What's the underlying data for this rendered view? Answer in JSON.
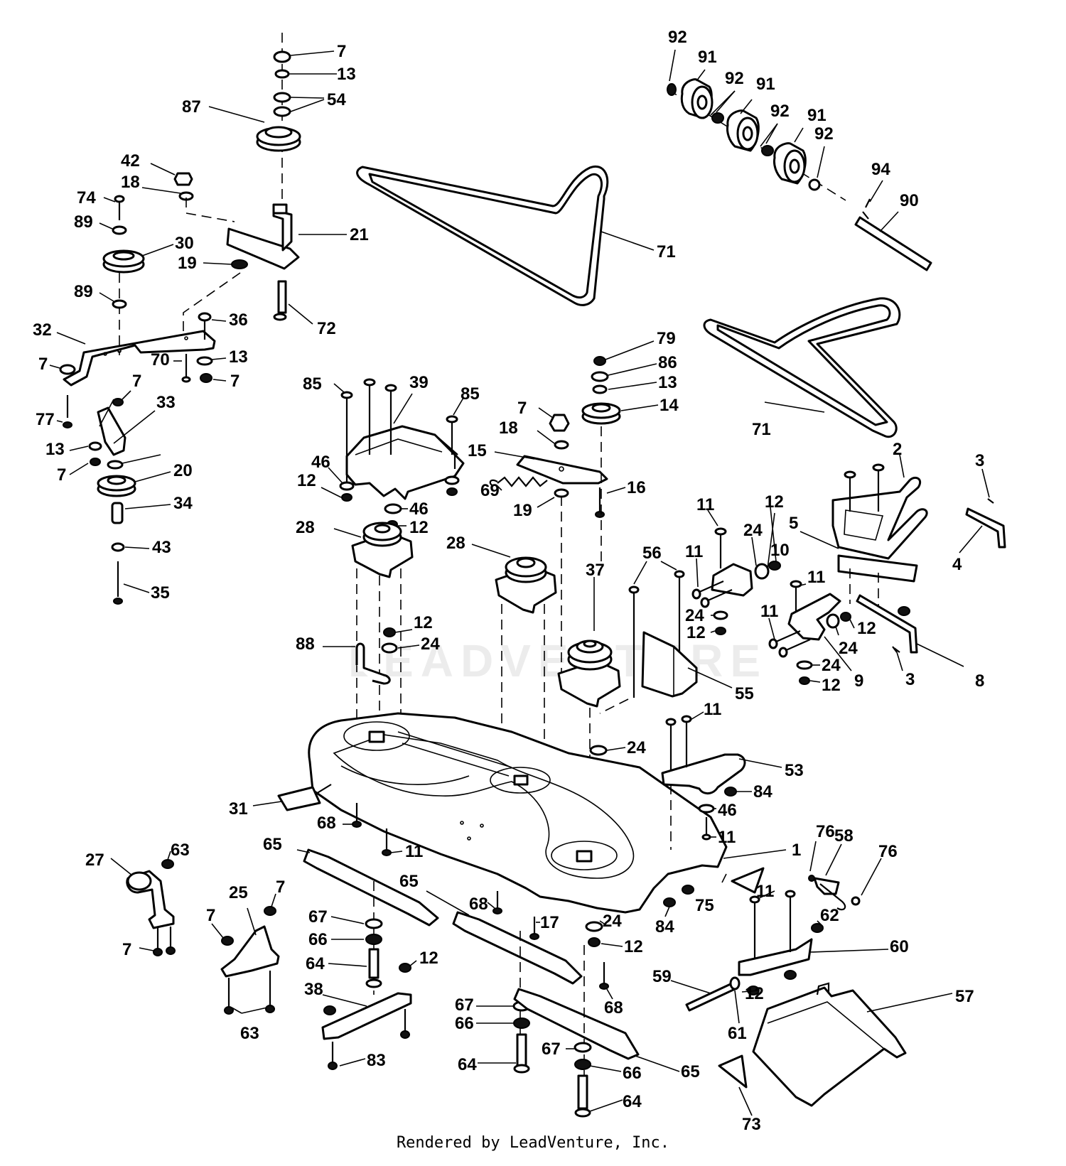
{
  "footer": "Rendered by LeadVenture, Inc.",
  "watermark": "LEADVENTURE",
  "callouts": [
    {
      "id": "c7a",
      "label": "7"
    },
    {
      "id": "c13a",
      "label": "13"
    },
    {
      "id": "c54",
      "label": "54"
    },
    {
      "id": "c87",
      "label": "87"
    },
    {
      "id": "c42",
      "label": "42"
    },
    {
      "id": "c18a",
      "label": "18"
    },
    {
      "id": "c74",
      "label": "74"
    },
    {
      "id": "c89a",
      "label": "89"
    },
    {
      "id": "c30",
      "label": "30"
    },
    {
      "id": "c19a",
      "label": "19"
    },
    {
      "id": "c21",
      "label": "21"
    },
    {
      "id": "c89b",
      "label": "89"
    },
    {
      "id": "c72",
      "label": "72"
    },
    {
      "id": "c32",
      "label": "32"
    },
    {
      "id": "c36",
      "label": "36"
    },
    {
      "id": "c7b",
      "label": "7"
    },
    {
      "id": "c70",
      "label": "70"
    },
    {
      "id": "c13b",
      "label": "13"
    },
    {
      "id": "c7c",
      "label": "7"
    },
    {
      "id": "c7d",
      "label": "7"
    },
    {
      "id": "c33",
      "label": "33"
    },
    {
      "id": "c77",
      "label": "77"
    },
    {
      "id": "c13c",
      "label": "13"
    },
    {
      "id": "c7e",
      "label": "7"
    },
    {
      "id": "c20",
      "label": "20"
    },
    {
      "id": "c34",
      "label": "34"
    },
    {
      "id": "c43",
      "label": "43"
    },
    {
      "id": "c35",
      "label": "35"
    },
    {
      "id": "c71a",
      "label": "71"
    },
    {
      "id": "c71b",
      "label": "71"
    },
    {
      "id": "c92a",
      "label": "92"
    },
    {
      "id": "c91a",
      "label": "91"
    },
    {
      "id": "c92b",
      "label": "92"
    },
    {
      "id": "c91b",
      "label": "91"
    },
    {
      "id": "c92c",
      "label": "92"
    },
    {
      "id": "c91c",
      "label": "91"
    },
    {
      "id": "c92d",
      "label": "92"
    },
    {
      "id": "c94",
      "label": "94"
    },
    {
      "id": "c90",
      "label": "90"
    },
    {
      "id": "c85a",
      "label": "85"
    },
    {
      "id": "c39",
      "label": "39"
    },
    {
      "id": "c85b",
      "label": "85"
    },
    {
      "id": "c46a",
      "label": "46"
    },
    {
      "id": "c12a",
      "label": "12"
    },
    {
      "id": "c46b",
      "label": "46"
    },
    {
      "id": "c12b",
      "label": "12"
    },
    {
      "id": "c28a",
      "label": "28"
    },
    {
      "id": "c28b",
      "label": "28"
    },
    {
      "id": "c12c",
      "label": "12"
    },
    {
      "id": "c24a",
      "label": "24"
    },
    {
      "id": "c88",
      "label": "88"
    },
    {
      "id": "c79",
      "label": "79"
    },
    {
      "id": "c86",
      "label": "86"
    },
    {
      "id": "c13d",
      "label": "13"
    },
    {
      "id": "c14",
      "label": "14"
    },
    {
      "id": "c7f",
      "label": "7"
    },
    {
      "id": "c18b",
      "label": "18"
    },
    {
      "id": "c15",
      "label": "15"
    },
    {
      "id": "c69",
      "label": "69"
    },
    {
      "id": "c16",
      "label": "16"
    },
    {
      "id": "c19b",
      "label": "19"
    },
    {
      "id": "c37",
      "label": "37"
    },
    {
      "id": "c2",
      "label": "2"
    },
    {
      "id": "c3a",
      "label": "3"
    },
    {
      "id": "c4",
      "label": "4"
    },
    {
      "id": "c5",
      "label": "5"
    },
    {
      "id": "c11a",
      "label": "11"
    },
    {
      "id": "c12d",
      "label": "12"
    },
    {
      "id": "c24b",
      "label": "24"
    },
    {
      "id": "c10",
      "label": "10"
    },
    {
      "id": "c11b",
      "label": "11"
    },
    {
      "id": "c56",
      "label": "56"
    },
    {
      "id": "c24c",
      "label": "24"
    },
    {
      "id": "c12e",
      "label": "12"
    },
    {
      "id": "c11c",
      "label": "11"
    },
    {
      "id": "c11d",
      "label": "11"
    },
    {
      "id": "c12f",
      "label": "12"
    },
    {
      "id": "c24d",
      "label": "24"
    },
    {
      "id": "c9",
      "label": "9"
    },
    {
      "id": "c3b",
      "label": "3"
    },
    {
      "id": "c8",
      "label": "8"
    },
    {
      "id": "c24e",
      "label": "24"
    },
    {
      "id": "c12g",
      "label": "12"
    },
    {
      "id": "c55",
      "label": "55"
    },
    {
      "id": "c11e",
      "label": "11"
    },
    {
      "id": "c24f",
      "label": "24"
    },
    {
      "id": "c53",
      "label": "53"
    },
    {
      "id": "c84a",
      "label": "84"
    },
    {
      "id": "c46c",
      "label": "46"
    },
    {
      "id": "c11f",
      "label": "11"
    },
    {
      "id": "c1",
      "label": "1"
    },
    {
      "id": "c31",
      "label": "31"
    },
    {
      "id": "c68a",
      "label": "68"
    },
    {
      "id": "c11g",
      "label": "11"
    },
    {
      "id": "c65a",
      "label": "65"
    },
    {
      "id": "c27",
      "label": "27"
    },
    {
      "id": "c63a",
      "label": "63"
    },
    {
      "id": "c7g",
      "label": "7"
    },
    {
      "id": "c25",
      "label": "25"
    },
    {
      "id": "c7h",
      "label": "7"
    },
    {
      "id": "c7i",
      "label": "7"
    },
    {
      "id": "c63b",
      "label": "63"
    },
    {
      "id": "c65b",
      "label": "65"
    },
    {
      "id": "c68b",
      "label": "68"
    },
    {
      "id": "c67a",
      "label": "67"
    },
    {
      "id": "c66a",
      "label": "66"
    },
    {
      "id": "c64a",
      "label": "64"
    },
    {
      "id": "c12h",
      "label": "12"
    },
    {
      "id": "c38",
      "label": "38"
    },
    {
      "id": "c83",
      "label": "83"
    },
    {
      "id": "c17",
      "label": "17"
    },
    {
      "id": "c24g",
      "label": "24"
    },
    {
      "id": "c12i",
      "label": "12"
    },
    {
      "id": "c68c",
      "label": "68"
    },
    {
      "id": "c67b",
      "label": "67"
    },
    {
      "id": "c66b",
      "label": "66"
    },
    {
      "id": "c64b",
      "label": "64"
    },
    {
      "id": "c67c",
      "label": "67"
    },
    {
      "id": "c66c",
      "label": "66"
    },
    {
      "id": "c64c",
      "label": "64"
    },
    {
      "id": "c65c",
      "label": "65"
    },
    {
      "id": "c76a",
      "label": "76"
    },
    {
      "id": "c58",
      "label": "58"
    },
    {
      "id": "c76b",
      "label": "76"
    },
    {
      "id": "c75",
      "label": "75"
    },
    {
      "id": "c84b",
      "label": "84"
    },
    {
      "id": "c11h",
      "label": "11"
    },
    {
      "id": "c62",
      "label": "62"
    },
    {
      "id": "c60",
      "label": "60"
    },
    {
      "id": "c59",
      "label": "59"
    },
    {
      "id": "c12j",
      "label": "12"
    },
    {
      "id": "c57",
      "label": "57"
    },
    {
      "id": "c61",
      "label": "61"
    },
    {
      "id": "c73",
      "label": "73"
    }
  ]
}
